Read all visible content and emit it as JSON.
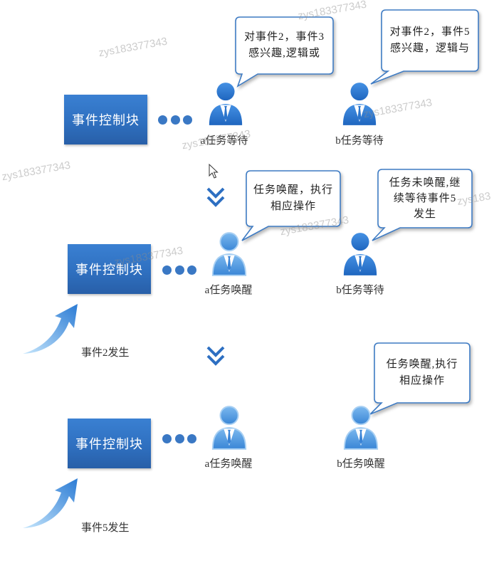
{
  "panels": [
    {
      "ecb_label": "事件控制块",
      "tasks": [
        {
          "label": "a任务等待",
          "icon": "person-waiting-icon"
        },
        {
          "label": "b任务等待",
          "icon": "person-waiting-icon"
        }
      ],
      "bubbles": [
        {
          "lines": [
            "对事件2，事件3",
            "感兴趣,逻辑或"
          ]
        },
        {
          "lines": [
            "对事件2，事件5",
            "感兴趣，逻辑与"
          ]
        }
      ]
    },
    {
      "ecb_label": "事件控制块",
      "event": "事件2发生",
      "tasks": [
        {
          "label": "a任务唤醒",
          "icon": "person-awake-icon"
        },
        {
          "label": "b任务等待",
          "icon": "person-waiting-icon"
        }
      ],
      "bubbles": [
        {
          "lines": [
            "任务唤醒，执行",
            "相应操作"
          ]
        },
        {
          "lines": [
            "任务未唤醒,继",
            "续等待事件5",
            "发生"
          ]
        }
      ]
    },
    {
      "ecb_label": "事件控制块",
      "event": "事件5发生",
      "tasks": [
        {
          "label": "a任务唤醒",
          "icon": "person-awake-icon"
        },
        {
          "label": "b任务唤醒",
          "icon": "person-awake-icon"
        }
      ],
      "bubbles": [
        {
          "lines": [
            "任务唤醒,执行",
            "相应操作"
          ]
        }
      ]
    }
  ],
  "connectors": {
    "step_icon": "double-chevron-down-icon",
    "event_icon": "curved-arrow-up-icon",
    "link_icon": "ellipsis-dots-icon"
  },
  "watermarks": [
    "zys183377343",
    "zys183377343",
    "zys183377343",
    "zys183377343",
    "zys183377343",
    "zys183377343",
    "zys183377343",
    "zys183"
  ],
  "colors": {
    "block": "#2f70c0",
    "accent": "#2d6fc2",
    "bubble_border": "#3f7cc4",
    "dot": "#3a78c4"
  }
}
